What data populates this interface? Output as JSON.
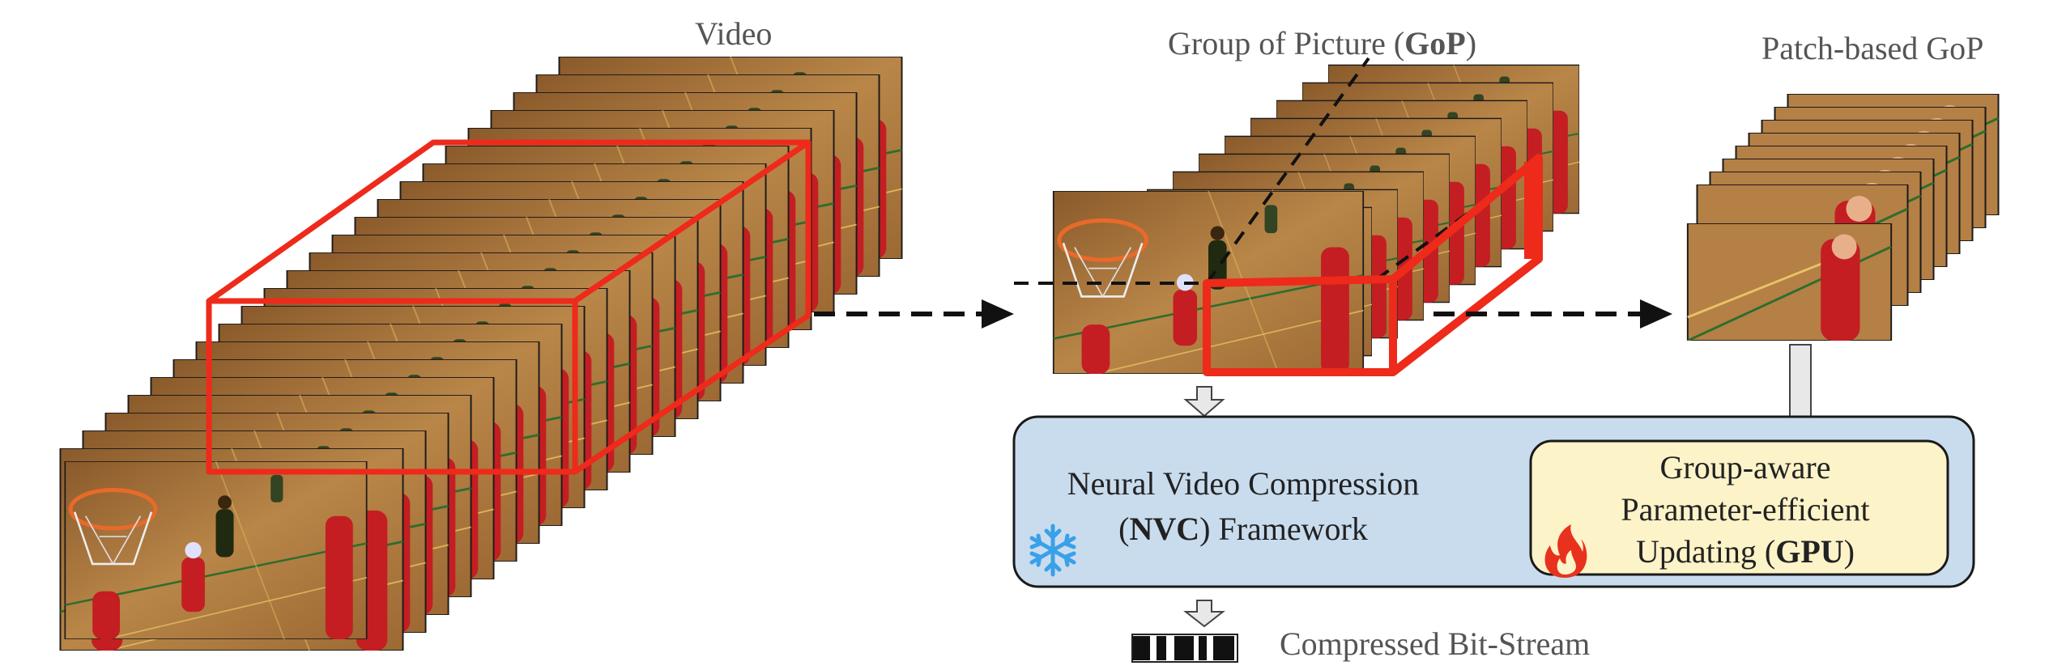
{
  "labels": {
    "video": "Video",
    "gop_prefix": "Group of Picture (",
    "gop_bold": "GoP",
    "gop_suffix": ")",
    "patch_gop": "Patch-based GoP",
    "bitstream": "Compressed Bit-Stream"
  },
  "nvc": {
    "line1": "Neural Video Compression",
    "line2_prefix": "(",
    "line2_bold": "NVC",
    "line2_suffix": ") Framework"
  },
  "gpu": {
    "line1": "Group-aware",
    "line2": "Parameter-efficient",
    "line3_prefix": "Updating (",
    "line3_bold": "GPU",
    "line3_suffix": ")"
  },
  "colors": {
    "highlight_red": "#ee2a1b",
    "nvc_fill": "#c9dcee",
    "gpu_fill": "#fdf3c8",
    "snowflake": "#3aa0e8",
    "flame": "#e8321e",
    "court": "#b07a3e"
  },
  "icons": [
    "snowflake-icon",
    "flame-icon",
    "down-arrow-icon",
    "right-arrow-icon",
    "bitstream-icon"
  ]
}
